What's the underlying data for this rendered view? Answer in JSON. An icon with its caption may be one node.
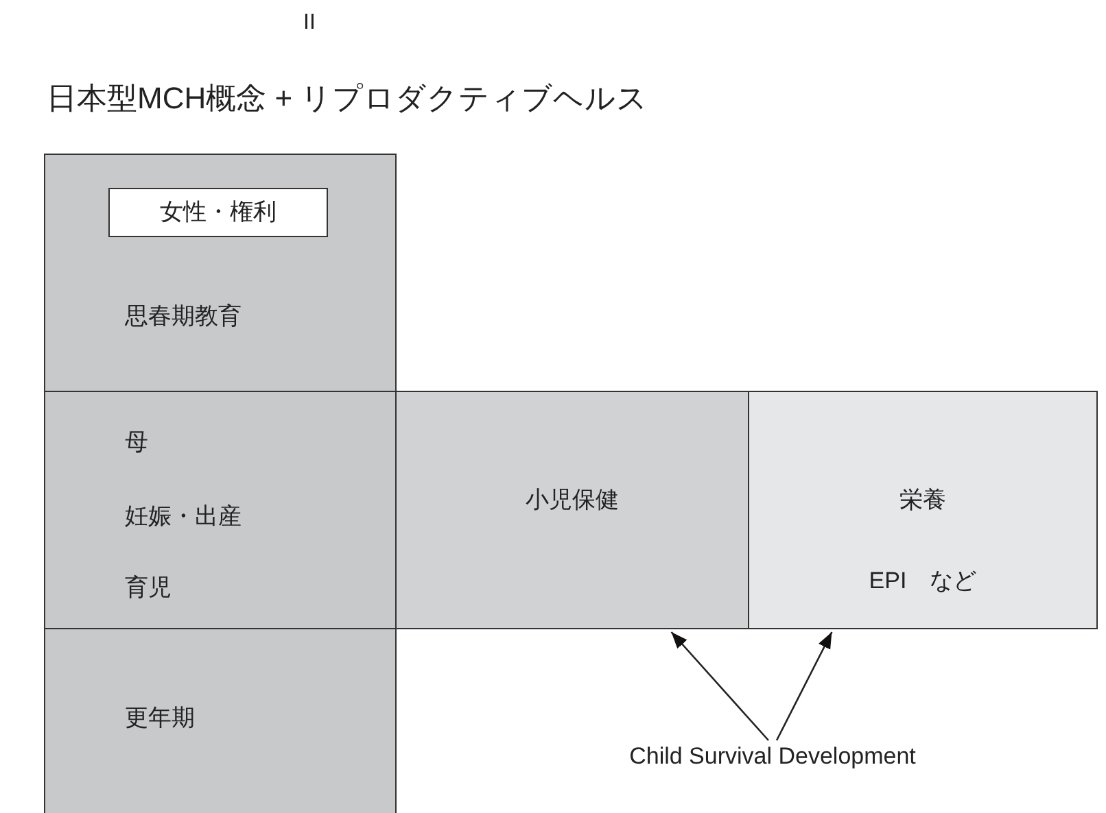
{
  "diagram": {
    "title": "日本型MCH概念 + リプロダクティブヘルス",
    "nodes": [
      {
        "text": [
          "思春期教育"
        ]
      },
      {
        "text": [
          "女性・権利"
        ],
        "in": 0
      },
      {
        "text": [
          "母",
          "妊娠・出産",
          "育児"
        ]
      },
      {
        "text": [
          "小児保健"
        ]
      },
      {
        "text": [
          "栄養",
          "EPI　など"
        ]
      },
      {
        "text": [
          "更年期"
        ]
      },
      {
        "text": [
          "Child Survival Development"
        ]
      }
    ],
    "edges": [
      {
        "from": 6,
        "to": 3,
        "arrow": "to"
      },
      {
        "from": 6,
        "to": 4,
        "arrow": "to"
      }
    ],
    "labels": [
      "II"
    ]
  }
}
